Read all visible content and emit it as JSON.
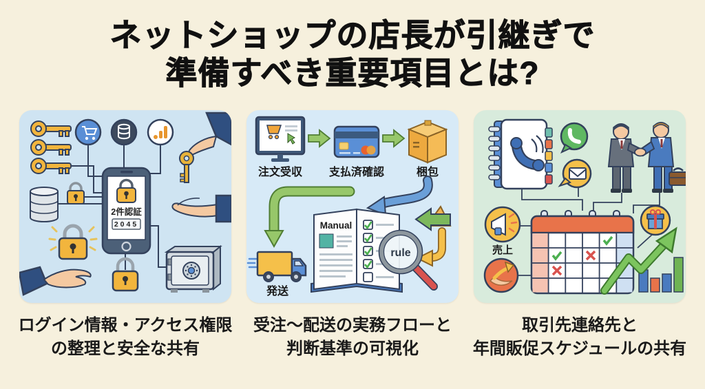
{
  "title": {
    "line1": "ネットショップの店長が引継ぎで",
    "line2": "準備すべき重要項目とは?"
  },
  "panels": [
    {
      "name": "login-security",
      "caption_line1": "ログイン情報・アクセス権限",
      "caption_line2": "の整理と安全な共有",
      "labels": {
        "two_factor": "2件認証",
        "auth_code": "2045"
      }
    },
    {
      "name": "order-flow",
      "caption_line1": "受注〜配送の実務フローと",
      "caption_line2": "判断基準の可視化",
      "labels": {
        "order": "注文受収",
        "payment": "支払済確認",
        "packing": "梱包",
        "shipping": "発送",
        "manual": "Manual",
        "rule": "rule"
      }
    },
    {
      "name": "contacts-schedule",
      "caption_line1": "取引先連絡先と",
      "caption_line2": "年間販促スケジュールの共有",
      "labels": {
        "sales": "売上"
      }
    }
  ],
  "icons": {
    "key-icon": "🔑",
    "cart-icon": "🛒",
    "database-icon": "🗄",
    "analytics-icon": "📊",
    "lock-icon": "🔒",
    "smartphone-icon": "📱",
    "safe-icon": "🔐",
    "monitor-icon": "🖥",
    "credit-card-icon": "💳",
    "package-box-icon": "📦",
    "truck-icon": "🚚",
    "open-book-icon": "📖",
    "magnifier-icon": "🔍",
    "contact-book-icon": "📇",
    "phone-call-icon": "📞",
    "chat-phone-icon": "💬",
    "email-icon": "✉",
    "handshake-icon": "🤝",
    "megaphone-icon": "📣",
    "calendar-icon": "📅",
    "gift-icon": "🎁",
    "growth-arrow-icon": "📈"
  },
  "colors": {
    "background": "#f6f0dd",
    "panel1_bg": "#cfe4f2",
    "panel2_bg": "#d7eaf7",
    "panel3_bg": "#d8ebdc",
    "outline": "#33415c",
    "accent_yellow": "#f2b53d",
    "accent_blue": "#5a8fd6",
    "accent_green": "#7cb85c",
    "accent_orange": "#e8734a",
    "accent_red": "#d9534f"
  }
}
